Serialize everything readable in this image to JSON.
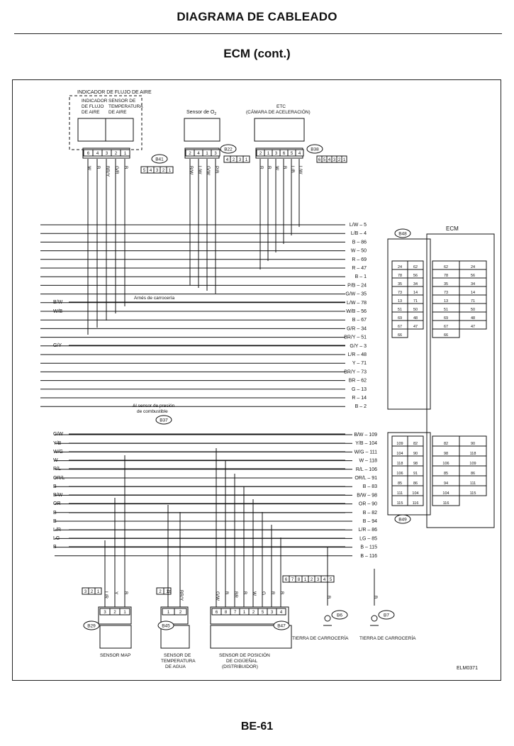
{
  "header": {
    "title": "DIAGRAMA DE CABLEADO"
  },
  "section": {
    "title": "ECM (cont.)"
  },
  "footer": {
    "page_number": "BE-61",
    "figure_code": "ELM0371"
  },
  "diagram": {
    "components": {
      "maf_group": "INDICADOR DE FLUJO DE AIRE",
      "maf_left_1": "INDICADOR",
      "maf_left_2": "DE FLUJO",
      "maf_left_3": "DE AIRE",
      "maf_right_1": "SENSOR DE",
      "maf_right_2": "TEMPERATURA",
      "maf_right_3": "DE AIRE",
      "o2_sensor": "Sensor de O",
      "o2_sub": "2",
      "etc_1": "ETC",
      "etc_2": "(CÁMARA DE ACELERACIÓN)",
      "ecm": "ECM",
      "body_harness": "Arnés de carrocería",
      "to_fuel_1": "Al sensor de presión",
      "to_fuel_2": "de combustible",
      "sensor_map": "SENSOR MAP",
      "water_1": "SENSOR DE",
      "water_2": "TEMPERATURA",
      "water_3": "DE AGUA",
      "crank_1": "SENSOR DE POSICIÓN",
      "crank_2": "DE CIGÜEÑAL",
      "crank_3": "(DISTRIBUIDOR)",
      "ground_1": "TIERRA DE CARROCERÍA",
      "ground_2": "TIERRA DE CARROCERÍA"
    },
    "connectors": [
      "B41",
      "B22",
      "B38",
      "B48",
      "B49",
      "B37",
      "B29",
      "B45",
      "B47",
      "B6",
      "B7"
    ],
    "maf_pins": [
      "6",
      "4",
      "3",
      "2",
      "1"
    ],
    "maf_wires": [
      "W",
      "B",
      "BR/Y",
      "G/R",
      "B"
    ],
    "o2_pins": [
      "2",
      "4",
      "1",
      "3"
    ],
    "o2_wires": [
      "B/W",
      "L/W",
      "G/W",
      "P/B"
    ],
    "etc_pins": [
      "2",
      "1",
      "3",
      "6",
      "5",
      "4"
    ],
    "etc_wires": [
      "R",
      "R",
      "W",
      "B",
      "L/B",
      "L/W"
    ],
    "map_pins": [
      "3",
      "2",
      "1"
    ],
    "map_wires": [
      "L/R",
      "Y",
      "B"
    ],
    "water_pins": [
      "1",
      "2"
    ],
    "water_wires": [
      "B",
      "BR/Y"
    ],
    "crank_pins": [
      "6",
      "8",
      "7",
      "1",
      "2",
      "5",
      "3",
      "4"
    ],
    "crank_wires": [
      "G/W",
      "B",
      "BR",
      "B",
      "W",
      "G",
      "R",
      "B"
    ],
    "ground_wires": [
      "B",
      "B"
    ],
    "left_labels": [
      {
        "label": "B/W",
        "row": 0
      },
      {
        "label": "W/B",
        "row": 1
      },
      {
        "label": "G/Y",
        "row": 2
      },
      {
        "label": "G/W",
        "row": 3
      },
      {
        "label": "Y/B",
        "row": 4
      },
      {
        "label": "W/G",
        "row": 5
      },
      {
        "label": "W",
        "row": 6
      },
      {
        "label": "R/L",
        "row": 7
      },
      {
        "label": "OR/L",
        "row": 8
      },
      {
        "label": "B",
        "row": 9
      },
      {
        "label": "B/W",
        "row": 10
      },
      {
        "label": "OR",
        "row": 11
      },
      {
        "label": "B",
        "row": 12
      },
      {
        "label": "B",
        "row": 13
      },
      {
        "label": "L/R",
        "row": 14
      },
      {
        "label": "LG",
        "row": 15
      },
      {
        "label": "B",
        "row": 16
      }
    ],
    "terminals_upper": [
      "L/W – 5",
      "L/B – 4",
      "B – 86",
      "W – 50",
      "R – 69",
      "R – 47",
      "B – 1",
      "P/B – 24",
      "G/W – 35",
      "L/W – 78",
      "W/B – 56",
      "B – 67",
      "G/R – 34",
      "BR/Y – 51",
      "G/Y – 3",
      "L/R – 48",
      "Y – 71",
      "BR/Y – 73",
      "BR – 62",
      "G – 13",
      "R – 14",
      "B – 2"
    ],
    "terminals_lower": [
      "B/W – 109",
      "Y/B – 104",
      "W/G – 111",
      "W – 118",
      "R/L – 106",
      "OR/L – 91",
      "B – 83",
      "B/W – 98",
      "OR – 90",
      "B – 82",
      "B – 94",
      "L/R – 86",
      "LG – 85",
      "B – 115",
      "B – 116"
    ],
    "b48_pins": [
      "24",
      "62",
      "78",
      "56",
      "35",
      "34",
      "73",
      "14",
      "13",
      "71",
      "51",
      "50",
      "69",
      "48",
      "67",
      "47",
      "66"
    ],
    "ecm_pins": [
      "62",
      "24",
      "78",
      "56",
      "35",
      "34",
      "73",
      "14",
      "13",
      "71",
      "51",
      "50",
      "69",
      "48",
      "67",
      "47",
      "66"
    ],
    "b49_pins": [
      "109",
      "82",
      "104",
      "90",
      "118",
      "98",
      "106",
      "91",
      "85",
      "86",
      "111",
      "104",
      "115",
      "116"
    ],
    "ecm_lower_pins": [
      "82",
      "90",
      "98",
      "118",
      "106",
      "109",
      "85",
      "86",
      "94",
      "111",
      "104",
      "115",
      "116"
    ],
    "small_pins": {
      "b41": [
        "5",
        "4",
        "3",
        "2",
        "1"
      ],
      "b22": [
        "4",
        "2",
        "3",
        "1"
      ],
      "b38": [
        "6",
        "5",
        "4",
        "3",
        "2",
        "1"
      ],
      "b29": [
        "3",
        "2",
        "1"
      ],
      "b45": [
        "2",
        "1"
      ],
      "b47": [
        "6",
        "7",
        "8",
        "1",
        "2",
        "3",
        "4",
        "5"
      ]
    }
  }
}
